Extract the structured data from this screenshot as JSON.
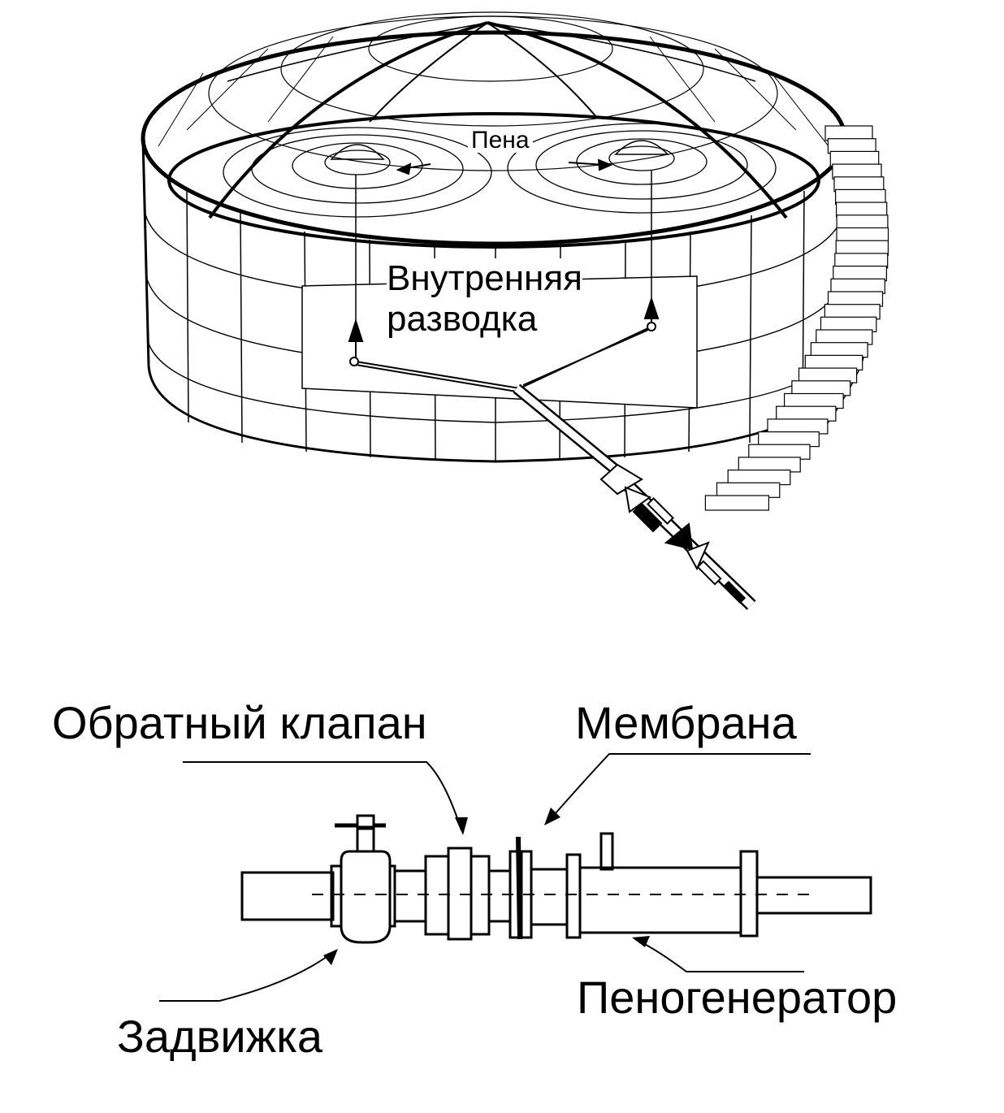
{
  "labels": {
    "foam": "Пена",
    "internal_line1": "Внутренняя",
    "internal_line2": "разводка",
    "check_valve": "Обратный клапан",
    "membrane": "Мембрана",
    "foam_generator": "Пеногенератор",
    "gate_valve": "Задвижка"
  },
  "colors": {
    "ink": "#000000",
    "paper": "#ffffff"
  },
  "icons": {
    "tank": "cylindrical-tank-icon",
    "stairs": "spiral-staircase-icon",
    "gate_valve": "gate-valve-icon",
    "check_valve": "check-valve-icon",
    "membrane": "membrane-icon",
    "foam_generator": "foam-generator-icon"
  }
}
